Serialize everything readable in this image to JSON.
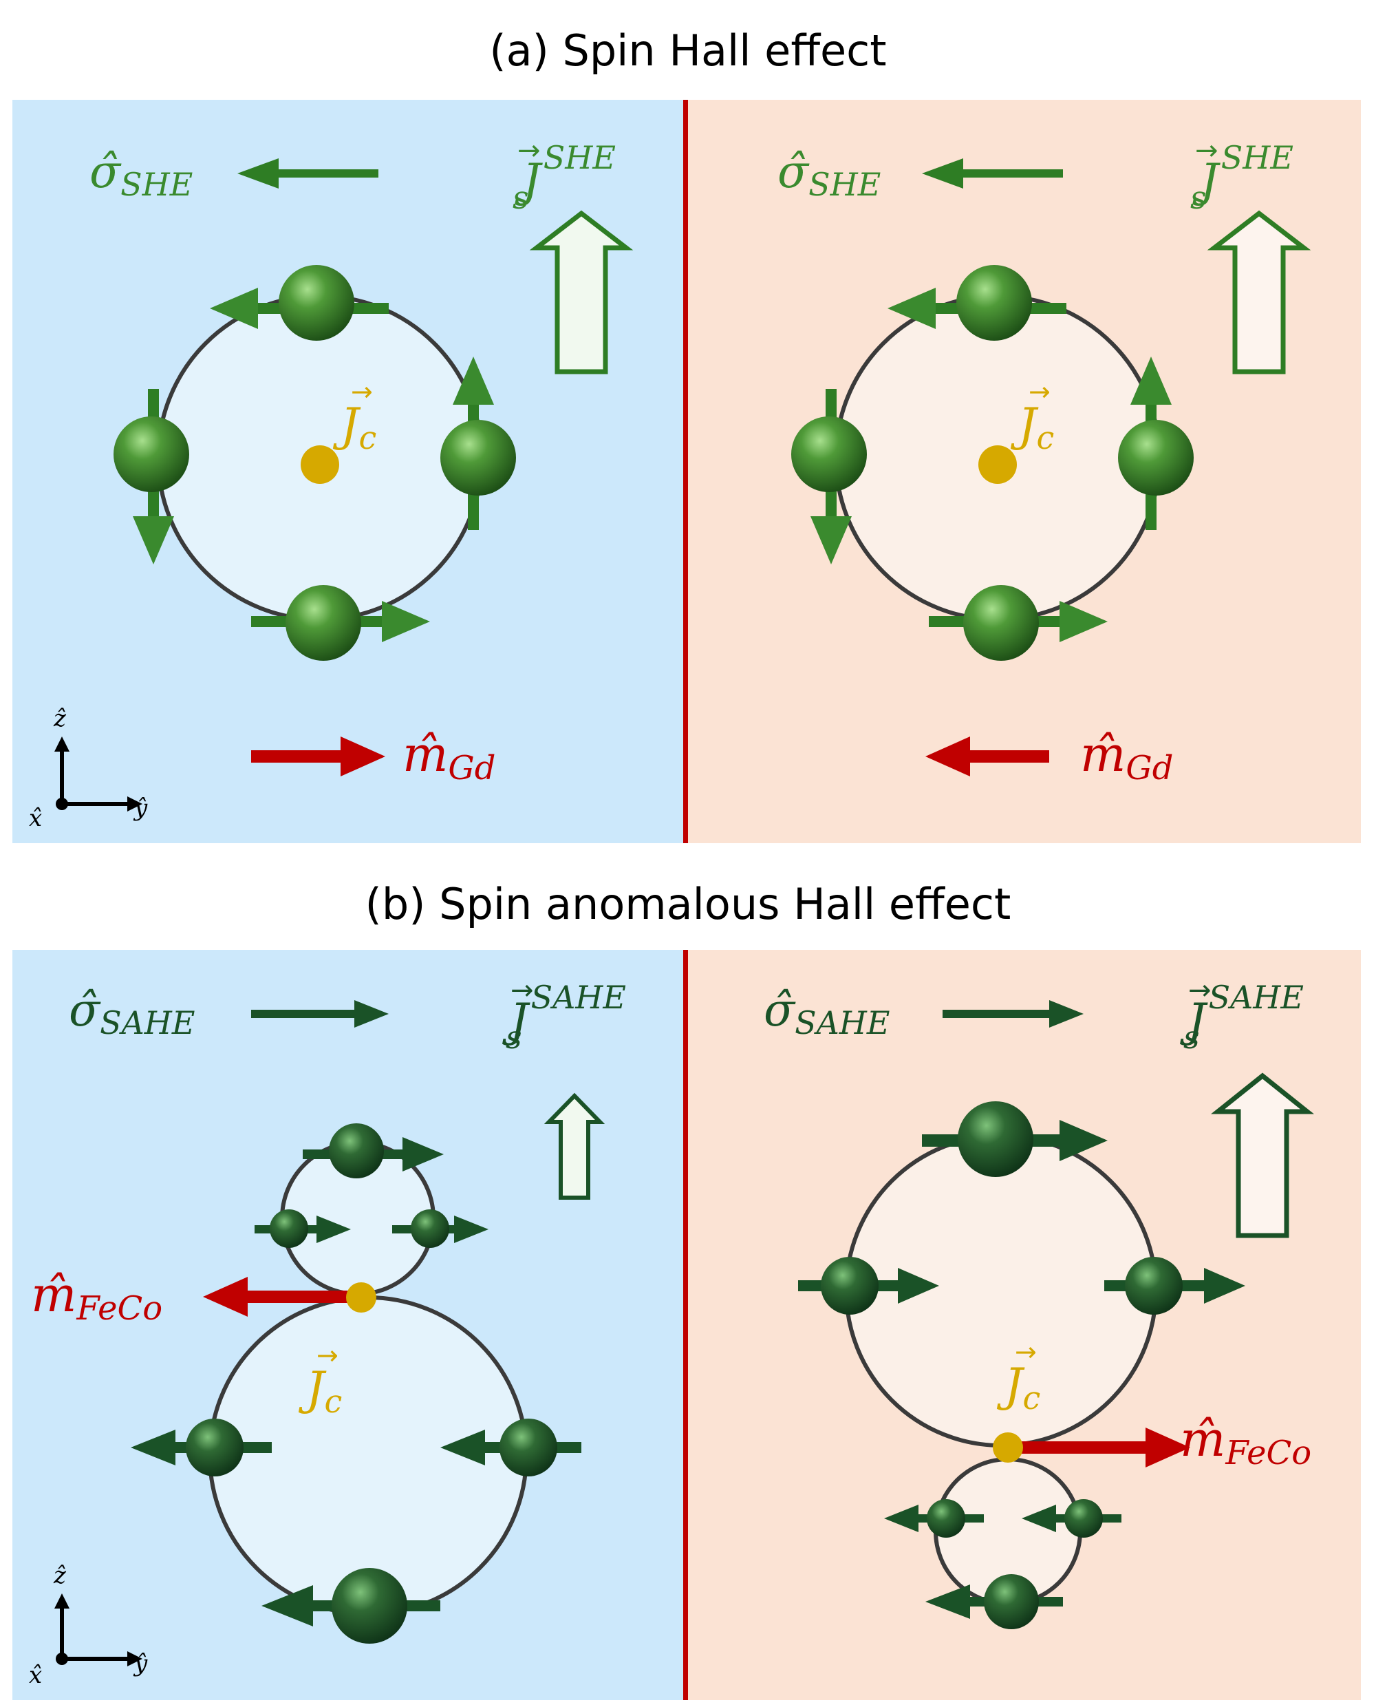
{
  "panel_a": {
    "title": "(a) Spin Hall effect",
    "left": {
      "sigma_label": {
        "base": "σ̂",
        "sub": "SHE"
      },
      "js_label": {
        "base": "J",
        "sub": "s",
        "sup": "SHE"
      },
      "jc_label": {
        "base": "J",
        "sub": "c"
      },
      "m_label": {
        "base": "m̂",
        "sub": "Gd"
      }
    },
    "right": {
      "sigma_label": {
        "base": "σ̂",
        "sub": "SHE"
      },
      "js_label": {
        "base": "J",
        "sub": "s",
        "sup": "SHE"
      },
      "jc_label": {
        "base": "J",
        "sub": "c"
      },
      "m_label": {
        "base": "m̂",
        "sub": "Gd"
      }
    }
  },
  "panel_b": {
    "title": "(b) Spin anomalous Hall effect",
    "left": {
      "sigma_label": {
        "base": "σ̂",
        "sub": "SAHE"
      },
      "js_label": {
        "base": "J",
        "sub": "s",
        "sup": "SAHE"
      },
      "jc_label": {
        "base": "J",
        "sub": "c"
      },
      "m_label": {
        "base": "m̂",
        "sub": "FeCo"
      }
    },
    "right": {
      "sigma_label": {
        "base": "σ̂",
        "sub": "SAHE"
      },
      "js_label": {
        "base": "J",
        "sub": "s",
        "sup": "SAHE"
      },
      "jc_label": {
        "base": "J",
        "sub": "c"
      },
      "m_label": {
        "base": "m̂",
        "sub": "FeCo"
      }
    }
  },
  "axes": {
    "z": "ẑ",
    "y": "ŷ",
    "x": "x̂"
  },
  "colors": {
    "left_bg": "#cce8fb",
    "right_bg": "#fbe3d4",
    "divider": "#c00000",
    "spin_green": "#2e7d24",
    "spin_dark_green": "#1a5227",
    "current_gold": "#d6a900",
    "magnet_red": "#c00000",
    "orbit": "#3a3a3a"
  }
}
